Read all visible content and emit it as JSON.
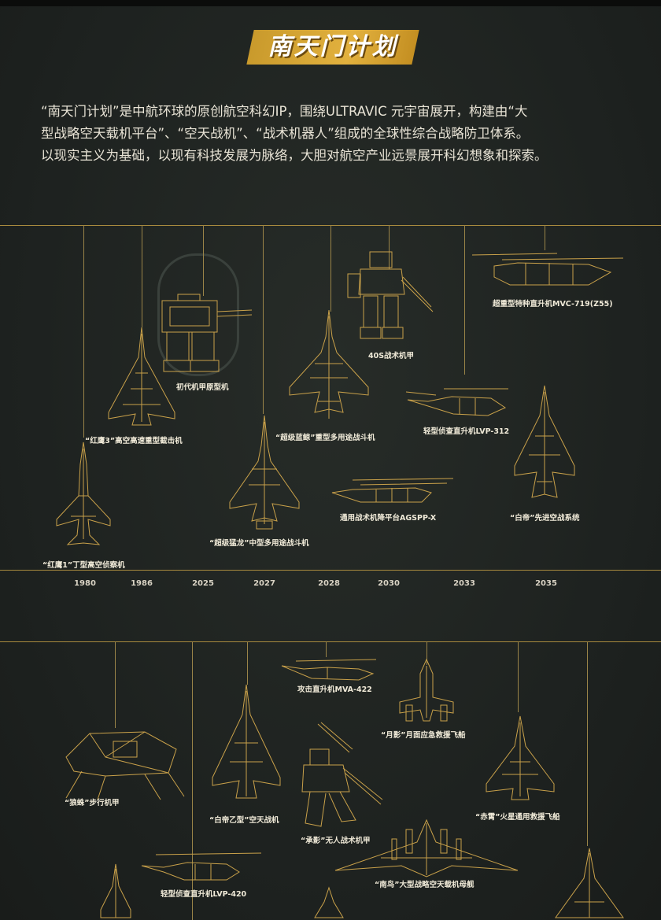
{
  "title": "南天门计划",
  "intro": {
    "line1": "“南天门计划”是中航环球的原创航空科幻IP，围绕ULTRAVIC 元宇宙展开，构建由“大",
    "line2": "型战略空天载机平台”、“空天战机”、“战术机器人”组成的全球性综合战略防卫体系。",
    "line3": "以现实主义为基础，以现有科技发展为脉络，大胆对航空产业远景展开科幻想象和探索。"
  },
  "years": [
    "1980",
    "1986",
    "2025",
    "2027",
    "2028",
    "2030",
    "2033",
    "2035"
  ],
  "timeline1": {
    "hongying1": "“红鹰1”丁型高空侦察机",
    "hongying3": "“红鹰3”高空高速重型截击机",
    "mech_proto": "初代机甲原型机",
    "chaoji_menglong": "“超级猛龙”中型多用途战斗机",
    "chaoji_lanjing": "“超级蓝鲸”重型多用途战斗机",
    "mech_40s": "40S战术机甲",
    "agspp": "通用战术机降平台AGSPP-X",
    "lvp312": "轻型侦查直升机LVP-312",
    "mvc719": "超重型特种直升机MVC-719(Z55)",
    "baidi": "“白帝”先进空战系统"
  },
  "timeline2": {
    "langzhu": "“狼蛛”步行机甲",
    "lvp420": "轻型侦查直升机LVP-420",
    "baidi_yi": "“白帝乙型”空天战机",
    "mva422": "攻击直升机MVA-422",
    "chengying": "“承影”无人战术机甲",
    "yueying": "“月影”月面应急救援飞船",
    "nanniao": "“南鸟”大型战略空天载机母舰",
    "chixiao": "“赤霄”火星通用救援飞船"
  },
  "colors": {
    "gold": "#c9a14a",
    "line": "#a88a3e",
    "bg": "#1f2421"
  }
}
